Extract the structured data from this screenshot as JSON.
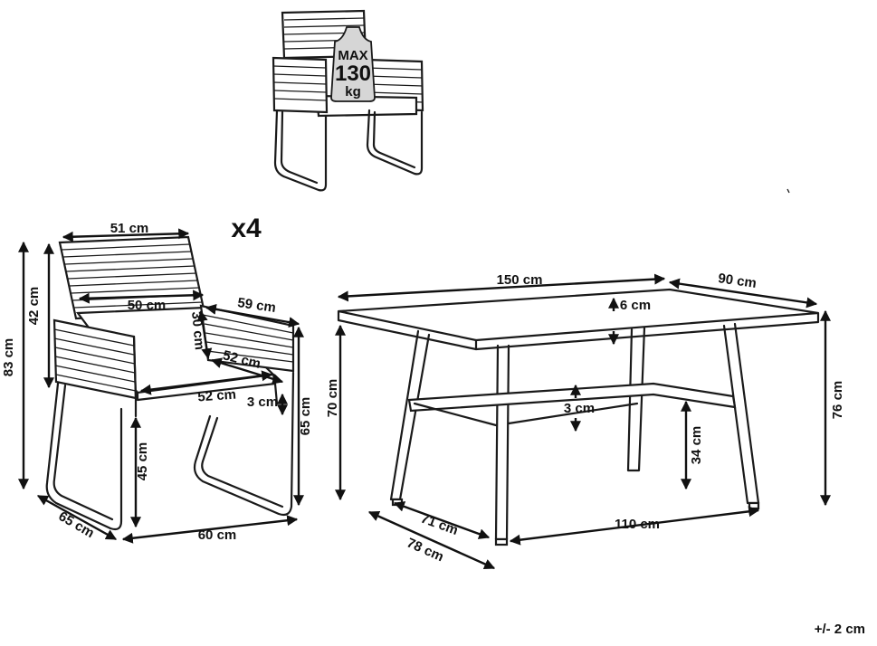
{
  "badge": {
    "line1": "MAX",
    "line2": "130",
    "line3": "kg"
  },
  "quantity": "x4",
  "tolerance": "+/- 2 cm",
  "chair": {
    "back_width": "51 cm",
    "seat_width": "50 cm",
    "arm_depth": "59 cm",
    "arm_height": "30 cm",
    "seat_depth_top": "52 cm",
    "seat_depth_bottom": "52 cm",
    "seat_thickness": "3 cm",
    "back_height": "42 cm",
    "total_height": "83 cm",
    "armrest_height": "65 cm",
    "seat_height": "45 cm",
    "depth": "65 cm",
    "width": "60 cm"
  },
  "table": {
    "length": "150 cm",
    "width": "90 cm",
    "top_thickness": "6 cm",
    "bar_thickness": "3 cm",
    "clearance_height": "70 cm",
    "total_height": "76 cm",
    "bar_height": "34 cm",
    "leg_span_inner": "71 cm",
    "leg_span_outer": "78 cm",
    "leg_length": "110 cm"
  }
}
